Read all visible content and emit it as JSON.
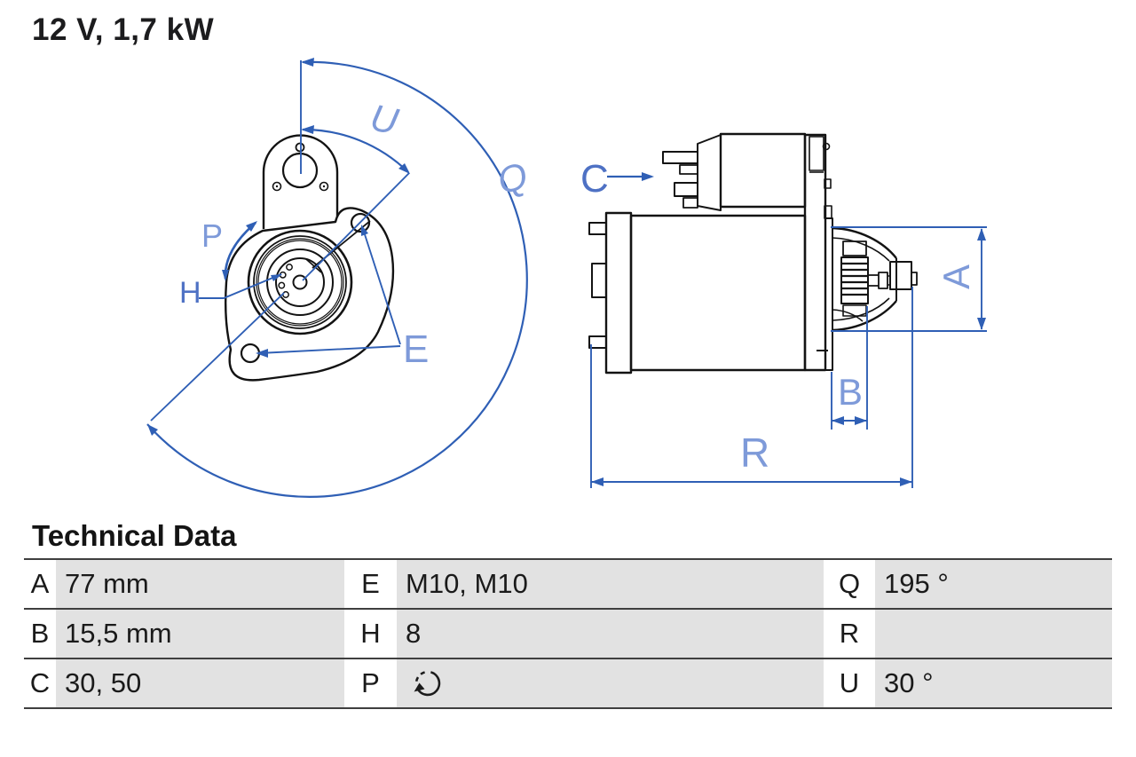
{
  "title": "12 V, 1,7 kW",
  "diagram": {
    "dimension_labels": {
      "U": "U",
      "Q": "Q",
      "P": "P",
      "H": "H",
      "E": "E",
      "C": "C",
      "A": "A",
      "B": "B",
      "R": "R"
    },
    "colors": {
      "dimension_line": "#2F5FB5",
      "dimension_label": "#7E9AD9",
      "dimension_label_dark": "#4E71C4",
      "drawing_line": "#131313"
    }
  },
  "technical_data": {
    "heading": "Technical Data",
    "rows": [
      [
        {
          "key": "A",
          "value": "77 mm"
        },
        {
          "key": "E",
          "value": "M10, M10"
        },
        {
          "key": "Q",
          "value": "195 °"
        }
      ],
      [
        {
          "key": "B",
          "value": "15,5 mm"
        },
        {
          "key": "H",
          "value": "8"
        },
        {
          "key": "R",
          "value": ""
        }
      ],
      [
        {
          "key": "C",
          "value": "30, 50"
        },
        {
          "key": "P",
          "value": "",
          "icon": "rotation-ccw-icon"
        },
        {
          "key": "U",
          "value": "30 °"
        }
      ]
    ]
  }
}
